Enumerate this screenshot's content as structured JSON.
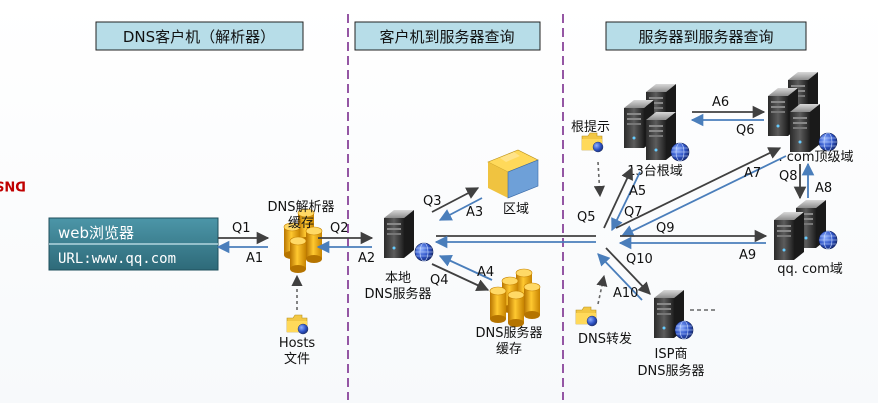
{
  "headers": {
    "client": "DNS客户机（解析器）",
    "client_to_server": "客户机到服务器查询",
    "server_to_server": "服务器到服务器查询"
  },
  "side_label": "DNS的查询过程",
  "browser": {
    "title": "web浏览器",
    "url": "URL:www.qq.com"
  },
  "nodes": {
    "resolver_cache": [
      "DNS解析器",
      "缓存"
    ],
    "hosts_file": [
      "Hosts",
      "文件"
    ],
    "local_dns": [
      "本地",
      "DNS服务器"
    ],
    "zone": "区域",
    "dns_cache": [
      "DNS服务器",
      "缓存"
    ],
    "root_hints": "根提示",
    "root_servers": "13台根域",
    "com_tld": ". com顶级域",
    "qq_domain": "qq. com域",
    "forwarder": "DNS转发",
    "isp_dns": [
      "ISP商",
      "DNS服务器"
    ]
  },
  "labels": {
    "Q1": "Q1",
    "A1": "A1",
    "Q2": "Q2",
    "A2": "A2",
    "Q3": "Q3",
    "A3": "A3",
    "Q4": "Q4",
    "A4": "A4",
    "Q5": "Q5",
    "A5": "A5",
    "Q6": "Q6",
    "A6": "A6",
    "Q7": "Q7",
    "A7": "A7",
    "Q8": "Q8",
    "A8": "A8",
    "Q9": "Q9",
    "A9": "A9",
    "Q10": "Q10",
    "A10": "A10"
  },
  "colors": {
    "header_bg": "#b7dde8",
    "divider": "#7b2d8e",
    "side_text": "#c00000",
    "browser_bg": "#3d8596",
    "arrow_dark": "#404040",
    "arrow_blue": "#4a7ebb",
    "cylinder": "#e8a200",
    "server": "#3a3a3a",
    "globe": "#2f54c7"
  }
}
